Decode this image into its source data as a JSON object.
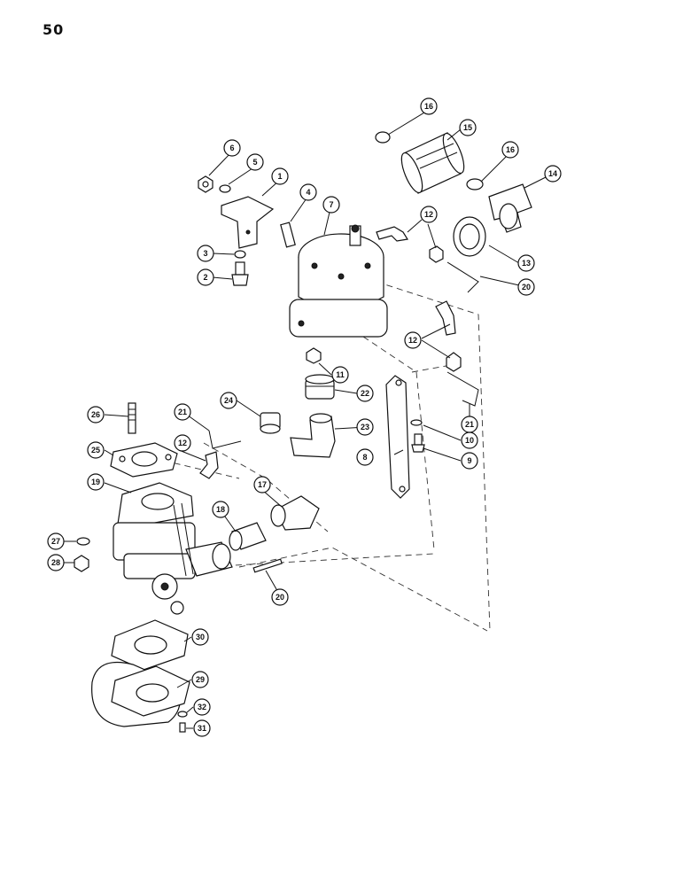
{
  "page": {
    "number": "50"
  },
  "colors": {
    "ink": "#111111",
    "paper": "#ffffff"
  },
  "callouts": [
    {
      "id": "c1",
      "label": "1"
    },
    {
      "id": "c2",
      "label": "2"
    },
    {
      "id": "c3",
      "label": "3"
    },
    {
      "id": "c4",
      "label": "4"
    },
    {
      "id": "c5",
      "label": "5"
    },
    {
      "id": "c6",
      "label": "6"
    },
    {
      "id": "c7",
      "label": "7"
    },
    {
      "id": "c8",
      "label": "8"
    },
    {
      "id": "c9",
      "label": "9"
    },
    {
      "id": "c10",
      "label": "10"
    },
    {
      "id": "c11",
      "label": "11"
    },
    {
      "id": "c12a",
      "label": "12"
    },
    {
      "id": "c12b",
      "label": "12"
    },
    {
      "id": "c12c",
      "label": "12"
    },
    {
      "id": "c13",
      "label": "13"
    },
    {
      "id": "c14",
      "label": "14"
    },
    {
      "id": "c15",
      "label": "15"
    },
    {
      "id": "c16a",
      "label": "16"
    },
    {
      "id": "c16b",
      "label": "16"
    },
    {
      "id": "c17",
      "label": "17"
    },
    {
      "id": "c18",
      "label": "18"
    },
    {
      "id": "c19",
      "label": "19"
    },
    {
      "id": "c20a",
      "label": "20"
    },
    {
      "id": "c20b",
      "label": "20"
    },
    {
      "id": "c21a",
      "label": "21"
    },
    {
      "id": "c21b",
      "label": "21"
    },
    {
      "id": "c22",
      "label": "22"
    },
    {
      "id": "c23",
      "label": "23"
    },
    {
      "id": "c24",
      "label": "24"
    },
    {
      "id": "c25",
      "label": "25"
    },
    {
      "id": "c26",
      "label": "26"
    },
    {
      "id": "c27",
      "label": "27"
    },
    {
      "id": "c28",
      "label": "28"
    },
    {
      "id": "c29",
      "label": "29"
    },
    {
      "id": "c30",
      "label": "30"
    },
    {
      "id": "c31",
      "label": "31"
    },
    {
      "id": "c32",
      "label": "32"
    }
  ]
}
